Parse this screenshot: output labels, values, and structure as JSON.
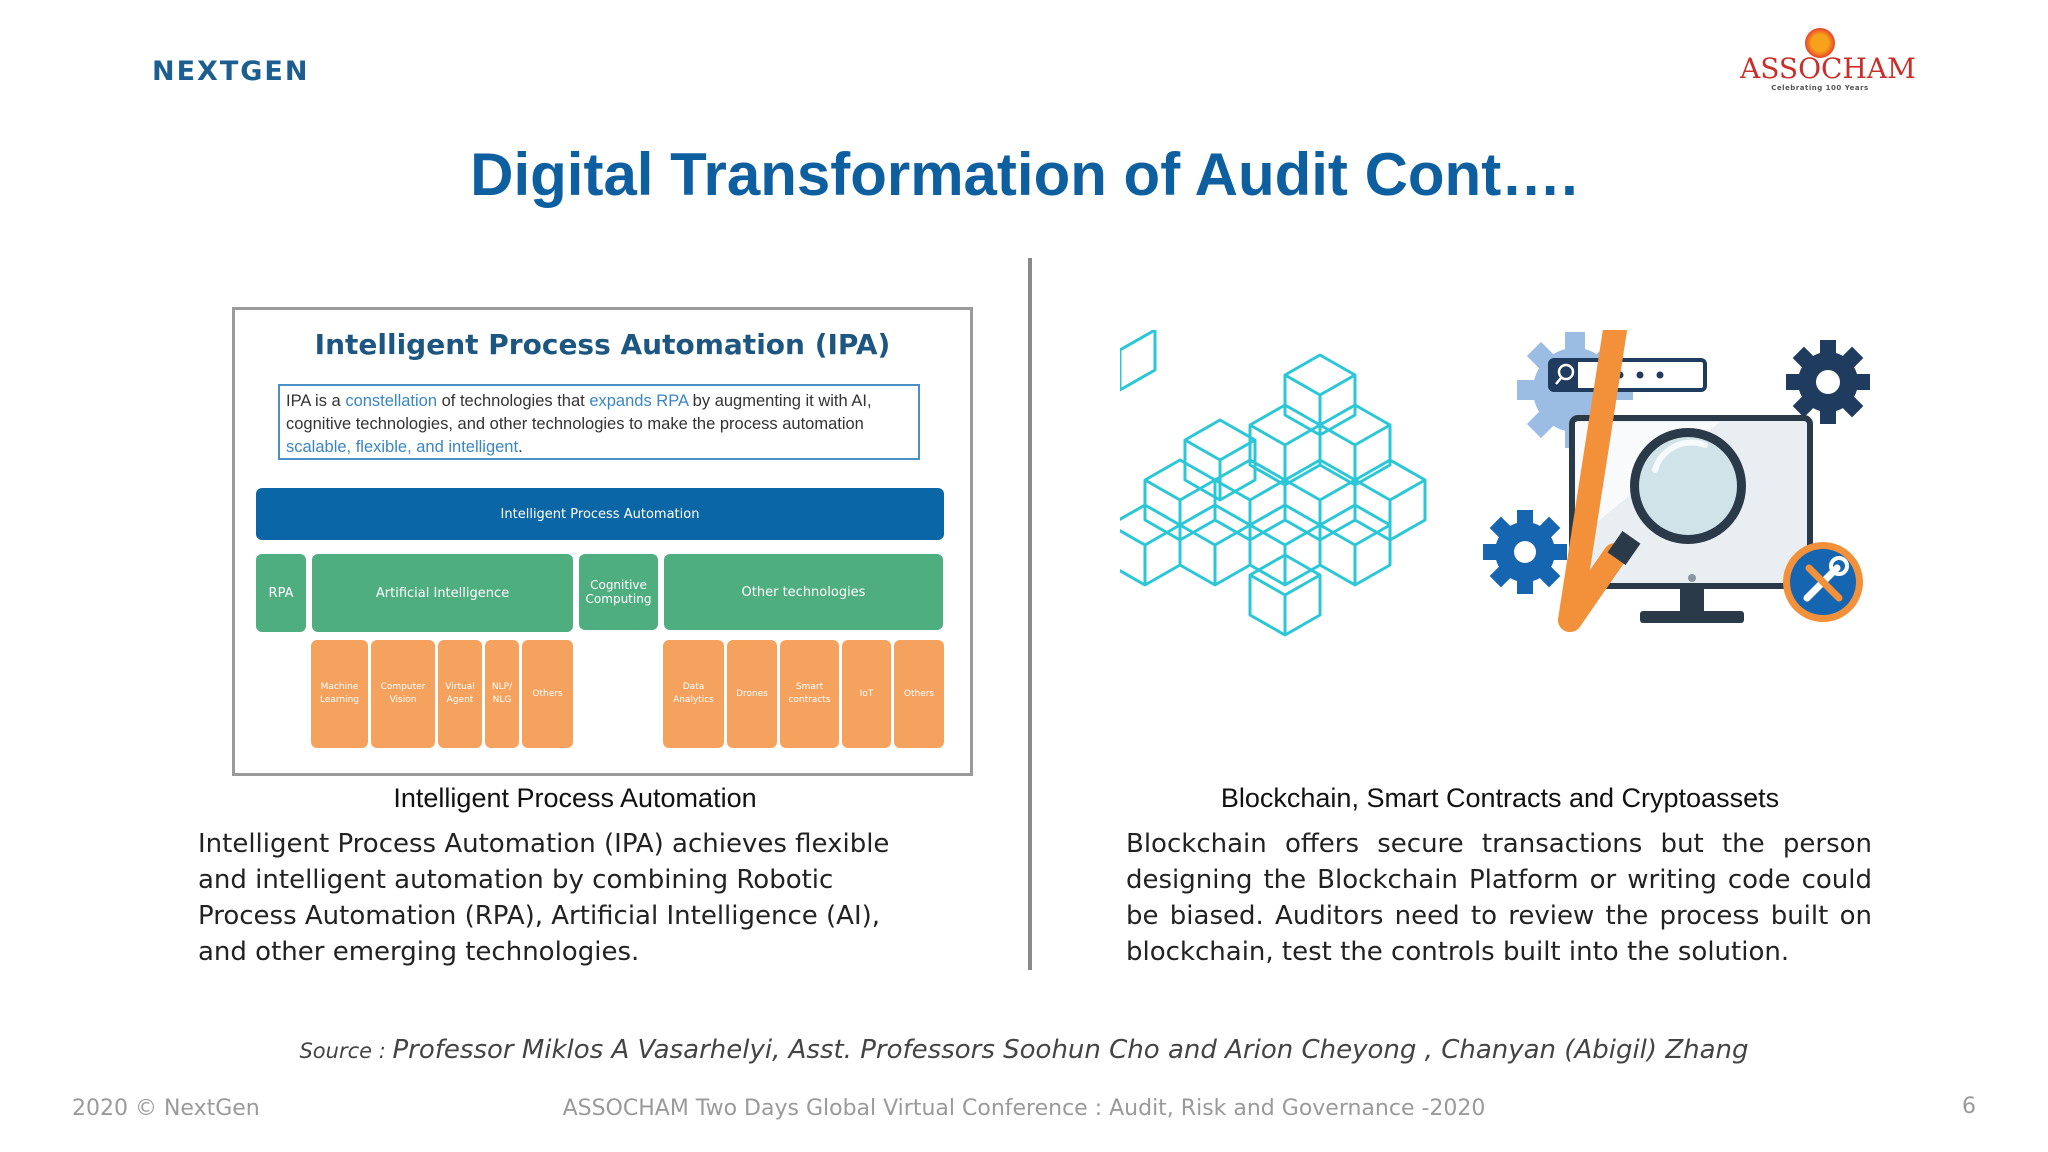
{
  "logos": {
    "left_text": "NEXTGEN",
    "right_text": "ASSOCHAM",
    "right_tagline": "Celebrating 100 Years"
  },
  "title": "Digital Transformation of Audit Cont….",
  "ipa_figure": {
    "title": "Intelligent Process Automation (IPA)",
    "description": {
      "p1": "IPA is a ",
      "h1": "constellation",
      "p2": " of technologies that ",
      "h2": "expands RPA",
      "p3": " by augmenting it with AI, cognitive technologies, and other technologies to make the process automation ",
      "h3": "scalable, flexible, and intelligent",
      "p4": "."
    },
    "top_bar": "Intelligent Process Automation",
    "level2": [
      "RPA",
      "Artificial Intelligence",
      "Cognitive Computing",
      "Other technologies"
    ],
    "ai_children": [
      "Machine Learning",
      "Computer Vision",
      "Virtual Agent",
      "NLP/ NLG",
      "Others"
    ],
    "other_children": [
      "Data Analytics",
      "Drones",
      "Smart contracts",
      "IoT",
      "Others"
    ]
  },
  "left_column": {
    "caption": "Intelligent Process Automation",
    "text": "Intelligent Process Automation (IPA) achieves flexible and intelligent automation by combining Robotic Process Automation (RPA), Artificial Intelligence (AI), and other emerging technologies."
  },
  "right_column": {
    "caption": "Blockchain, Smart Contracts and Cryptoassets",
    "text": "Blockchain offers secure transactions but the person designing the Blockchain Platform or writing code could be biased. Auditors need to review the process built on blockchain, test the controls built into the solution.",
    "illustration_icons": [
      "blockchain-cubes",
      "gear",
      "search-bar",
      "monitor",
      "magnifier",
      "tools"
    ]
  },
  "source": {
    "label": "Source : ",
    "text": "Professor Miklos A Vasarhelyi, Asst. Professors Soohun Cho and Arion Cheyong , Chanyan (Abigil) Zhang"
  },
  "footer": {
    "left": "2020 © NextGen",
    "center": "ASSOCHAM  Two Days Global Virtual Conference : Audit, Risk and Governance -2020",
    "page": "6"
  },
  "colors": {
    "title": "#0e5f9f",
    "ipa_bar": "#0b66a6",
    "ipa_green": "#4fae7f",
    "ipa_orange": "#f6a25f",
    "cubes": "#2cc7d6",
    "gear_dark": "#1f3b5e",
    "gear_blue": "#1565b0",
    "orange_accent": "#f2913a"
  }
}
